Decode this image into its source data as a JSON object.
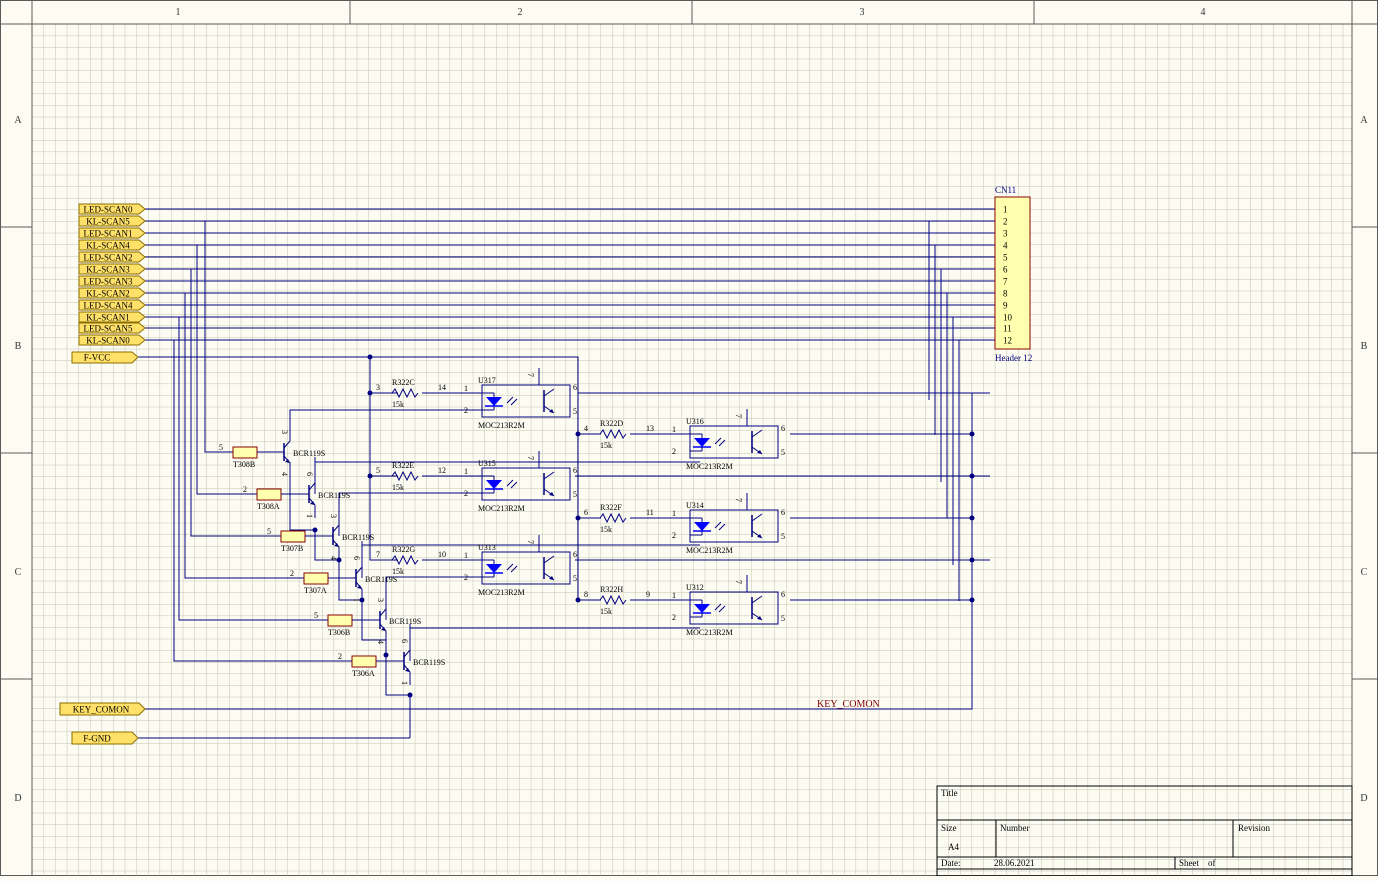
{
  "zones": {
    "columns": [
      "1",
      "2",
      "3",
      "4"
    ],
    "rows": [
      "A",
      "B",
      "C",
      "D"
    ]
  },
  "ports_left": [
    "LED-SCAN0",
    "KL-SCAN5",
    "LED-SCAN1",
    "KL-SCAN4",
    "LED-SCAN2",
    "KL-SCAN3",
    "LED-SCAN3",
    "KL-SCAN2",
    "LED-SCAN4",
    "KL-SCAN1",
    "LED-SCAN5",
    "KL-SCAN0"
  ],
  "power_ports": {
    "vcc": "F-VCC",
    "key": "KEY_COMON",
    "gnd": "F-GND"
  },
  "net_label": "KEY_COMON",
  "connector": {
    "designator": "CN11",
    "comment": "Header 12",
    "pins": [
      "1",
      "2",
      "3",
      "4",
      "5",
      "6",
      "7",
      "8",
      "9",
      "10",
      "11",
      "12"
    ]
  },
  "transistors": [
    {
      "ref": "T308B",
      "model": "BCR119S",
      "base_pin": "5",
      "c_pin": "3",
      "e_pin": "4"
    },
    {
      "ref": "T308A",
      "model": "BCR119S",
      "base_pin": "2",
      "c_pin": "6",
      "e_pin": "1"
    },
    {
      "ref": "T307B",
      "model": "BCR119S",
      "base_pin": "5",
      "c_pin": "3",
      "e_pin": "4"
    },
    {
      "ref": "T307A",
      "model": "BCR119S",
      "base_pin": "2",
      "c_pin": "6",
      "e_pin": "1"
    },
    {
      "ref": "T306B",
      "model": "BCR119S",
      "base_pin": "5",
      "c_pin": "3",
      "e_pin": "4"
    },
    {
      "ref": "T306A",
      "model": "BCR119S",
      "base_pin": "2",
      "c_pin": "6",
      "e_pin": "1"
    }
  ],
  "optos": [
    {
      "ref": "U317",
      "model": "MOC213R2M",
      "resistor": "R322C",
      "value": "15k",
      "rpin_in": "3",
      "rpin_out": "14",
      "pins": [
        "1",
        "2",
        "7",
        "6",
        "5"
      ]
    },
    {
      "ref": "U316",
      "model": "MOC213R2M",
      "resistor": "R322D",
      "value": "15k",
      "rpin_in": "4",
      "rpin_out": "13",
      "pins": [
        "1",
        "2",
        "7",
        "6",
        "5"
      ]
    },
    {
      "ref": "U315",
      "model": "MOC213R2M",
      "resistor": "R322E",
      "value": "15k",
      "rpin_in": "5",
      "rpin_out": "12",
      "pins": [
        "1",
        "2",
        "7",
        "6",
        "5"
      ]
    },
    {
      "ref": "U314",
      "model": "MOC213R2M",
      "resistor": "R322F",
      "value": "15k",
      "rpin_in": "6",
      "rpin_out": "11",
      "pins": [
        "1",
        "2",
        "7",
        "6",
        "5"
      ]
    },
    {
      "ref": "U313",
      "model": "MOC213R2M",
      "resistor": "R322G",
      "value": "15k",
      "rpin_in": "7",
      "rpin_out": "10",
      "pins": [
        "1",
        "2",
        "7",
        "6",
        "5"
      ]
    },
    {
      "ref": "U312",
      "model": "MOC213R2M",
      "resistor": "R322H",
      "value": "15k",
      "rpin_in": "8",
      "rpin_out": "9",
      "pins": [
        "1",
        "2",
        "7",
        "6",
        "5"
      ]
    }
  ],
  "title_block": {
    "title_label": "Title",
    "size_label": "Size",
    "size_value": "A4",
    "number_label": "Number",
    "revision_label": "Revision",
    "date_label": "Date:",
    "date_value": "28.06.2021",
    "sheet_label": "Sheet",
    "of_label": "of"
  },
  "colors": {
    "background": "#fdfcf3",
    "grid": "#c2c2ae",
    "wire": "#000080",
    "port_fill": "#ffe16a",
    "component_fill": "#ffffae",
    "led": "#0000ff",
    "net_label": "#800000"
  }
}
